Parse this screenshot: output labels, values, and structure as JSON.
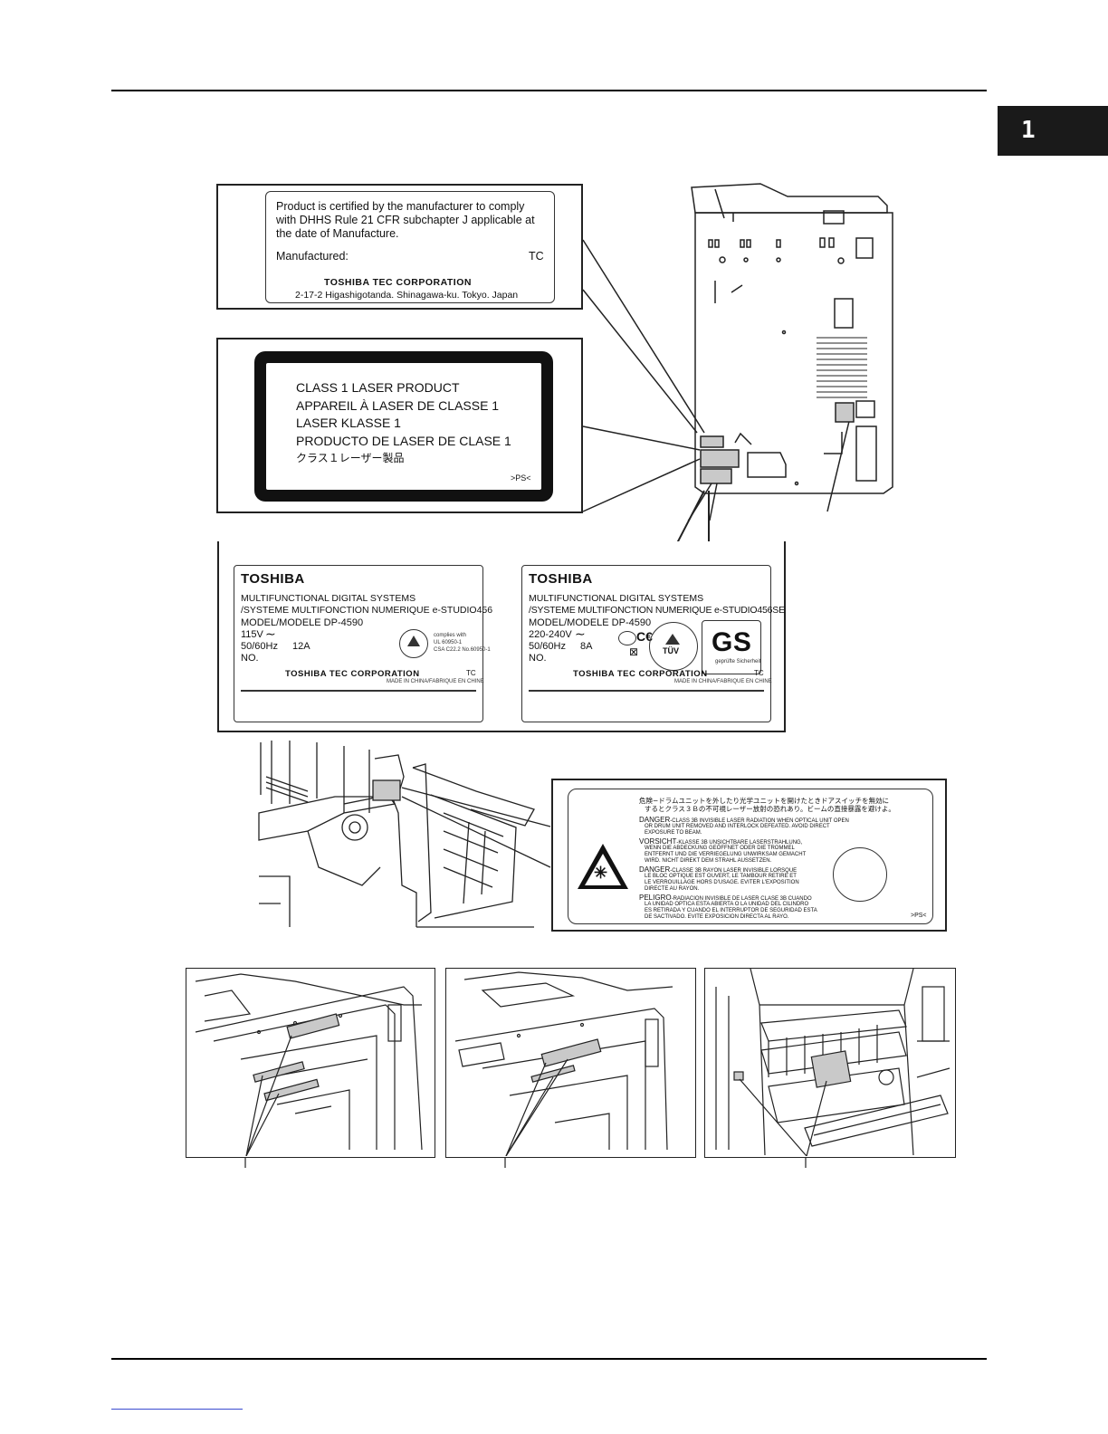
{
  "chapter": {
    "number": "1"
  },
  "dhhs_label": {
    "lines": [
      "Product is certified by the manufacturer to comply",
      "with DHHS Rule 21 CFR subchapter J applicable at",
      "the date of Manufacture."
    ],
    "manufactured": "Manufactured:",
    "tc": "TC",
    "company": "TOSHIBA TEC CORPORATION",
    "address": "2-17-2 Higashigotanda. Shinagawa-ku. Tokyo. Japan"
  },
  "laser_label": {
    "lines": [
      "CLASS 1 LASER PRODUCT",
      "APPAREIL À LASER DE CLASSE 1",
      "LASER KLASSE 1",
      "PRODUCTO DE LASER DE CLASE 1",
      "クラス１レーザー製品"
    ],
    "code": ">PS<"
  },
  "rating_labels": [
    {
      "brand": "TOSHIBA",
      "lines": [
        "MULTIFUNCTIONAL DIGITAL SYSTEMS",
        "/SYSTEME MULTIFONCTION NUMERIQUE e-STUDIO456",
        "MODEL/MODELE DP-4590"
      ],
      "voltage": "115V",
      "freq": "50/60Hz",
      "amps": "12A",
      "no": "NO.",
      "cert_text": [
        "complies with",
        "UL 60950-1",
        "CSA C22.2 No.60950-1"
      ],
      "company": "TOSHIBA TEC CORPORATION",
      "tc": "TC",
      "origin": "MADE IN CHINA/FABRIQUE EN CHINE"
    },
    {
      "brand": "TOSHIBA",
      "lines": [
        "MULTIFUNCTIONAL DIGITAL SYSTEMS",
        "/SYSTEME MULTIFONCTION NUMERIQUE e-STUDIO456SE",
        "MODEL/MODELE DP-4590"
      ],
      "voltage": "220-240V",
      "freq": "50/60Hz",
      "amps": "8A",
      "no": "NO.",
      "tuv": "TÜV",
      "gs": "GS",
      "gs_sub": "geprüfte Sicherheit",
      "company": "TOSHIBA TEC CORPORATION",
      "tc": "TC",
      "origin": "MADE IN CHINA/FABRIQUE EN CHINE"
    }
  ],
  "danger_label": {
    "jp": "危険−ドラムユニットを外したり光学ユニットを開けたときドアスイッチを無効に",
    "jp2": "するとクラス３Ｂの不可視レーザー放射の恐れあり。ビームの直接暴露を避けよ。",
    "entries": [
      {
        "head": "DANGER",
        "body": [
          "-CLASS 3B INVISIBLE LASER RADIATION WHEN OPTICAL UNIT OPEN",
          "OR DRUM UNIT REMOVED AND INTERLOCK DEFEATED. AVOID DIRECT",
          "EXPOSURE TO BEAM."
        ]
      },
      {
        "head": "VORSICHT",
        "body": [
          "-KLASSE 3B UNSICHTBARE LASERSTRAHLUNG,",
          "WENN DIE ABDECKUNG GEÖFFNET ODER DIE TROMMEL",
          "ENTFERNT UND DIE VERRIEGELUNG UNWIRKSAM GEMACHT",
          "WIRD. NICHT DIREKT DEM STRAHL AUSSETZEN."
        ]
      },
      {
        "head": "DANGER",
        "body": [
          "-CLASSE 3B RAYON LASER INVISIBLE LORSQUE",
          "LE BLOC OPTIQUE EST OUVERT, LE TAMBOUR RETIRE ET",
          "LE VERROUILLAGE HORS D'USAGE. EVITER L'EXPOSITION",
          "DIRECTE AU RAYON."
        ]
      },
      {
        "head": "PELIGRO",
        "body": [
          "-RADIACION INVISIBLE DE LASER CLASE 3B CUANDO",
          "LA UNIDAD OPTICA ESTA ABIERTA O LA UNIDAD DEL CILINDRO",
          "ES RETIRADA Y CUANDO EL INTERRUPTOR DE SEGURIDAD ESTA",
          "DE SACTIVADO. EVITE EXPOSICION DIRECTA AL RAYO."
        ]
      }
    ],
    "code": ">PS<"
  }
}
